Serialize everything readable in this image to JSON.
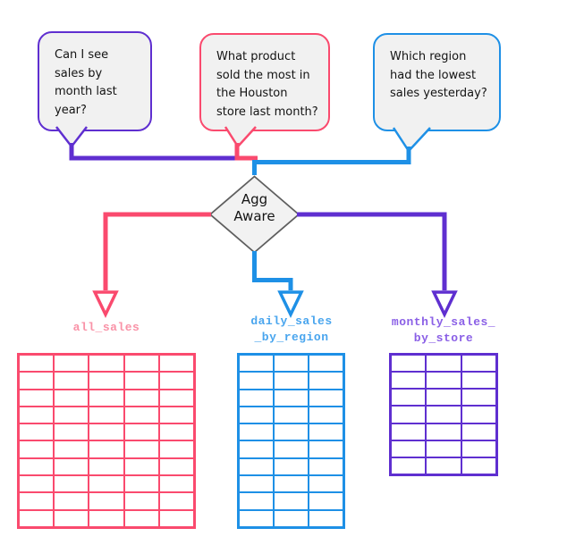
{
  "colors": {
    "purple": "#5f2fd0",
    "pink": "#fa4a6e",
    "blue": "#1e90e6",
    "purple_label": "#8a5fe6",
    "pink_label": "#f992a7",
    "blue_label": "#49a5ee",
    "bubble_fill": "#f1f1f1",
    "diamond_fill": "#f2f2f2",
    "diamond_border": "#5f5f5f",
    "ink": "#141414"
  },
  "bubbles": [
    {
      "text": "Can I see sales by month last year?",
      "color": "#5f2fd0"
    },
    {
      "text": "What product sold the most in the Houston store last month?",
      "color": "#fa4a6e"
    },
    {
      "text": "Which region had the lowest sales yesterday?",
      "color": "#1e90e6"
    }
  ],
  "decision": {
    "line1": "Agg",
    "line2": "Aware"
  },
  "tables": [
    {
      "label_lines": [
        "all_sales"
      ],
      "rows": 10,
      "cols": 5,
      "color": "#fa4a6e"
    },
    {
      "label_lines": [
        "daily_sales",
        "_by_region"
      ],
      "rows": 10,
      "cols": 3,
      "color": "#1e90e6"
    },
    {
      "label_lines": [
        "monthly_sales_",
        "by_store"
      ],
      "rows": 7,
      "cols": 3,
      "color": "#5f2fd0"
    }
  ]
}
